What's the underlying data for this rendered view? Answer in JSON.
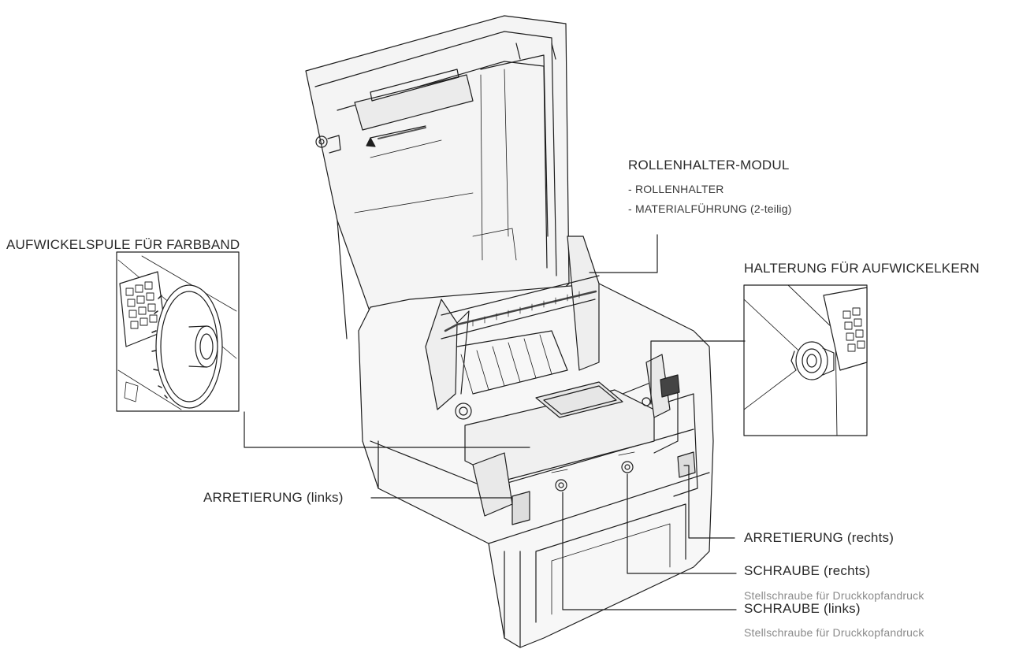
{
  "labels": {
    "rollenhalter_modul": "ROLLENHALTER-MODUL",
    "rollenhalter": "- ROLLENHALTER",
    "materialfuehrung": "- MATERIALFÜHRUNG (2-teilig)",
    "aufwickelspule": "AUFWICKELSPULE FÜR FARBBAND",
    "halterung": "HALTERUNG FÜR AUFWICKELKERN",
    "arretierung_links": "ARRETIERUNG (links)",
    "arretierung_rechts": "ARRETIERUNG (rechts)",
    "schraube_rechts": "SCHRAUBE (rechts)",
    "schraube_rechts_note": "Stellschraube für Druckkopfandruck",
    "schraube_links": "SCHRAUBE (links)",
    "schraube_links_note": "Stellschraube für Druckkopfandruck"
  },
  "colors": {
    "line": "#1e1e1e",
    "body": "#f2f2f2",
    "note": "#8a8a8a"
  }
}
